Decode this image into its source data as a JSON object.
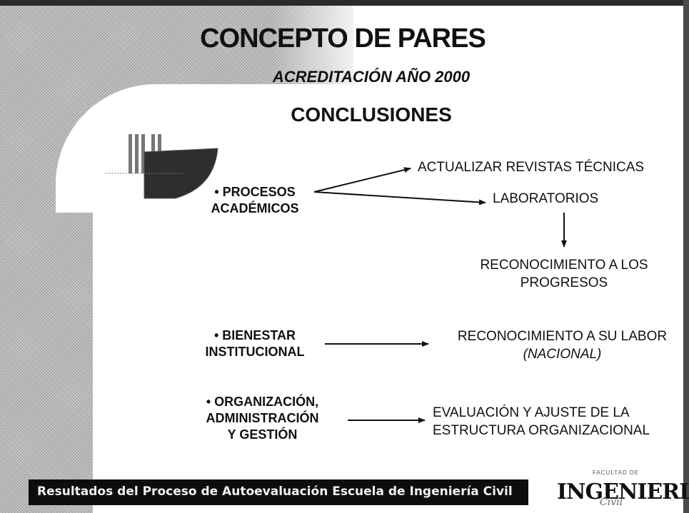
{
  "slide": {
    "title": "CONCEPTO DE PARES",
    "subtitle": "ACREDITACIÓN AÑO 2000",
    "section": "CONCLUSIONES"
  },
  "diagram": {
    "items": [
      {
        "label_lines": [
          "• PROCESOS",
          "ACADÉMICOS"
        ],
        "outcomes": [
          {
            "lines": [
              "ACTUALIZAR REVISTAS TÉCNICAS"
            ]
          },
          {
            "lines": [
              "LABORATORIOS"
            ]
          }
        ],
        "followup": {
          "lines": [
            "RECONOCIMIENTO A LOS",
            "PROGRESOS"
          ]
        }
      },
      {
        "label_lines": [
          "• BIENESTAR",
          "INSTITUCIONAL"
        ],
        "outcomes": [
          {
            "lines": [
              "RECONOCIMIENTO A SU LABOR",
              "(NACIONAL)"
            ]
          }
        ]
      },
      {
        "label_lines": [
          "• ORGANIZACIÓN,",
          "ADMINISTRACIÓN",
          "Y GESTIÓN"
        ],
        "outcomes": [
          {
            "lines": [
              "EVALUACIÓN Y AJUSTE DE LA",
              "ESTRUCTURA ORGANIZACIONAL"
            ]
          }
        ]
      }
    ]
  },
  "footer": {
    "text": "Resultados del Proceso de Autoevaluación Escuela de Ingeniería Civil",
    "brand": "INGENIERIA",
    "brand_small": "FACULTAD DE",
    "brand_script": "Civil"
  },
  "colors": {
    "text": "#111111",
    "footer_bg": "#0d0d0d",
    "footer_text": "#f2f2f2"
  }
}
